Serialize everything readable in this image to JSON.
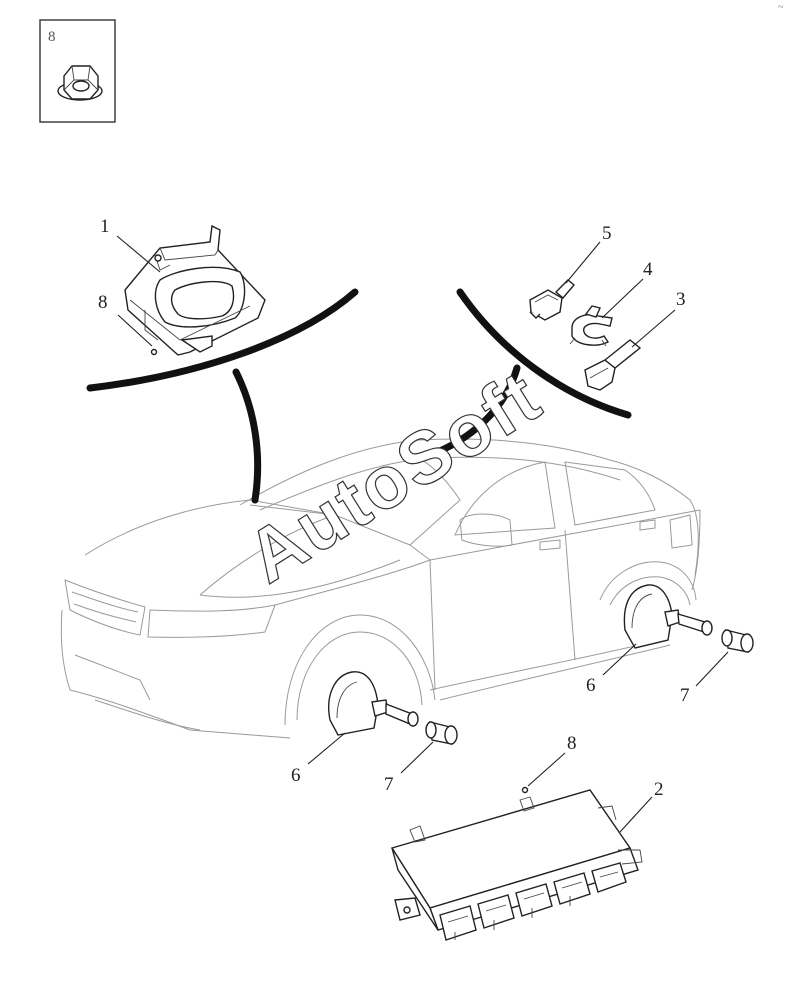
{
  "diagram": {
    "inset_box": {
      "part_number": "8",
      "part_icon": "flange-nut-icon"
    },
    "callouts": [
      {
        "id": "callout-1-tpms-module-bracket",
        "number": "1"
      },
      {
        "id": "callout-8-bracket-nut",
        "number": "8"
      },
      {
        "id": "callout-5-antenna-connector",
        "number": "5"
      },
      {
        "id": "callout-4-clip",
        "number": "4"
      },
      {
        "id": "callout-3-antenna-plug",
        "number": "3"
      },
      {
        "id": "callout-6-rear-sensor",
        "number": "6"
      },
      {
        "id": "callout-7-rear-valve-cap",
        "number": "7"
      },
      {
        "id": "callout-6-front-sensor",
        "number": "6"
      },
      {
        "id": "callout-7-front-valve-cap",
        "number": "7"
      },
      {
        "id": "callout-8-module-nut",
        "number": "8"
      },
      {
        "id": "callout-2-control-module",
        "number": "2"
      }
    ],
    "watermark": "AutoSoft",
    "corner_mark": "~"
  }
}
